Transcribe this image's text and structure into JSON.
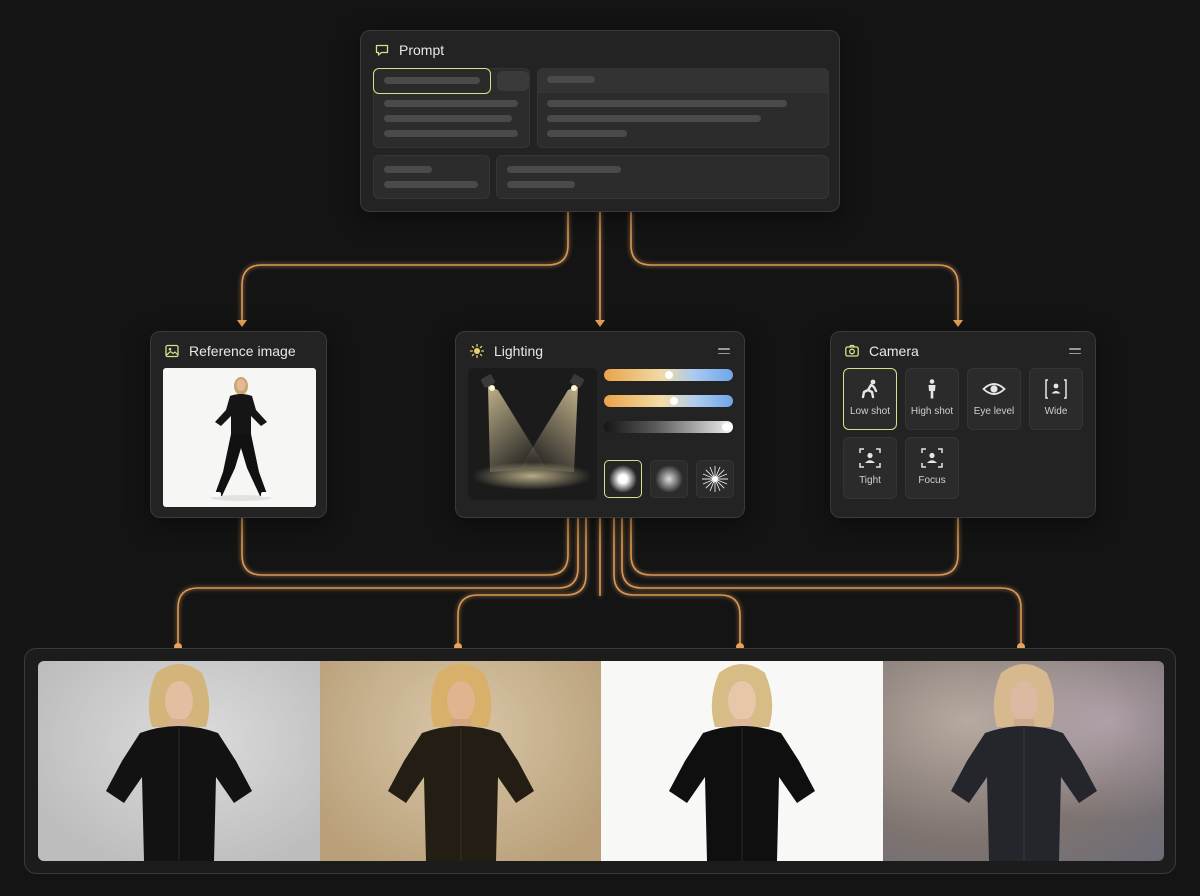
{
  "prompt": {
    "title": "Prompt"
  },
  "reference": {
    "title": "Reference image"
  },
  "lighting": {
    "title": "Lighting",
    "sliders": [
      0.5,
      0.54,
      0.95
    ]
  },
  "camera": {
    "title": "Camera",
    "options": [
      "Low shot",
      "High shot",
      "Eye level",
      "Wide",
      "Tight",
      "Focus"
    ],
    "selected": "Low shot"
  },
  "colors": {
    "accent": "#d5e28a",
    "wire": "#e9a25a"
  },
  "outputs": [
    {
      "name": "gray-backdrop",
      "background": "#cfcfcf"
    },
    {
      "name": "warm-beige-backdrop",
      "background": "#c5b08f"
    },
    {
      "name": "white-backdrop",
      "background": "#f8f8f6"
    },
    {
      "name": "hazy-backdrop",
      "background": "#8c8078"
    }
  ]
}
